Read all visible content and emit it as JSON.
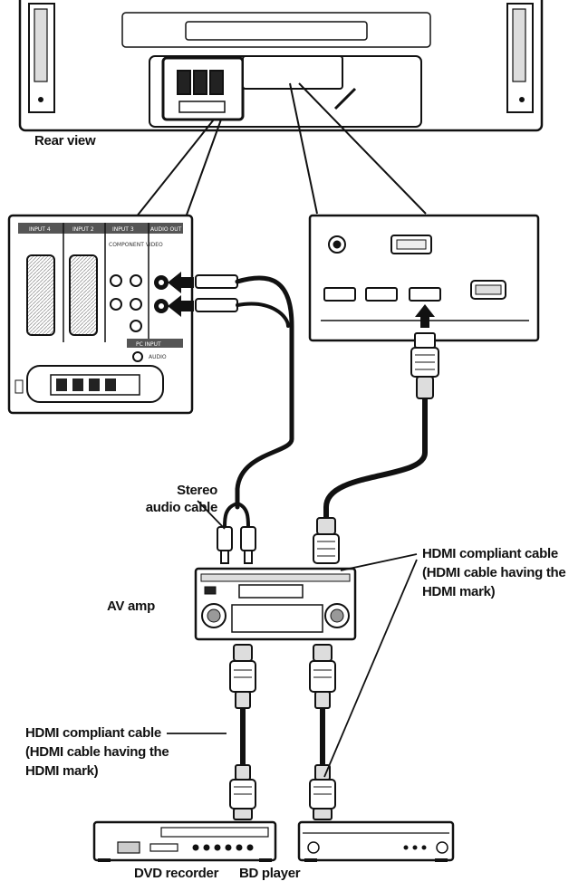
{
  "labels": {
    "rear_view": "Rear view",
    "stereo_line1": "Stereo",
    "stereo_line2": "audio cable",
    "av_amp": "AV amp",
    "hdmi_right_line1": "HDMI compliant cable",
    "hdmi_right_line2": "(HDMI cable having the",
    "hdmi_right_line3": "HDMI mark)",
    "hdmi_left_line1": "HDMI compliant cable",
    "hdmi_left_line2": "(HDMI cable having the",
    "hdmi_left_line3": "HDMI mark)",
    "dvd_recorder": "DVD recorder",
    "bd_player": "BD player"
  },
  "panel_labels": {
    "input4": "INPUT 4",
    "input2": "INPUT 2",
    "input3": "INPUT 3",
    "audio_out": "AUDIO OUT",
    "component": "COMPONENT VIDEO",
    "pc_input": "PC INPUT",
    "audio_sub": "AUDIO"
  },
  "colors": {
    "line": "#111111",
    "panel_header": "#555555",
    "fill_light": "#f2f2f2",
    "fill_mid": "#d9d9d9"
  }
}
